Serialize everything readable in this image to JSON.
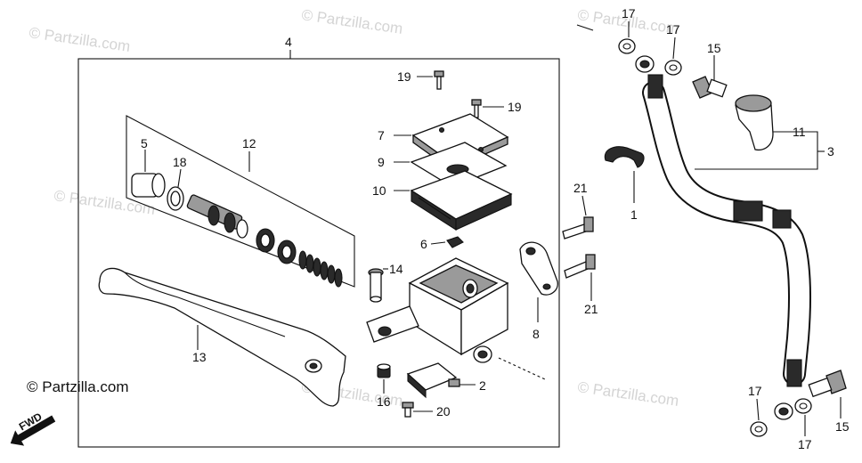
{
  "watermarks": [
    "© Partzilla.com",
    "© Partzilla.com",
    "© Partzilla.com",
    "© Partzilla.com",
    "© Partzilla.com",
    "© Partzilla.com"
  ],
  "copyright": "© Partzilla.com",
  "fwd": "FWD",
  "callouts": {
    "c1": "1",
    "c2": "2",
    "c3": "3",
    "c4": "4",
    "c5": "5",
    "c6": "6",
    "c7": "7",
    "c8": "8",
    "c9": "9",
    "c10": "10",
    "c11": "11",
    "c12": "12",
    "c13": "13",
    "c14": "14",
    "c15a": "15",
    "c15b": "15",
    "c16": "16",
    "c17a": "17",
    "c17b": "17",
    "c17c": "17",
    "c17d": "17",
    "c18": "18",
    "c19a": "19",
    "c19b": "19",
    "c20": "20",
    "c21a": "21",
    "c21b": "21"
  }
}
